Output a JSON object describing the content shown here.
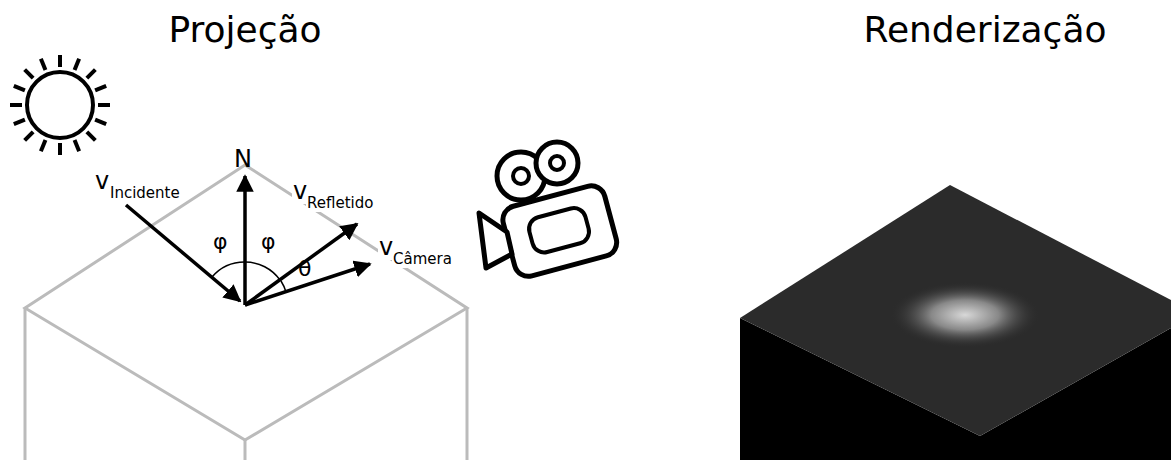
{
  "diagram": {
    "labels": [
      "Projeção",
      "Renderização",
      "N",
      "v",
      "Incidente",
      "φ",
      "φ",
      "v",
      "Refletido",
      "θ",
      "v",
      "Câmera"
    ]
  }
}
